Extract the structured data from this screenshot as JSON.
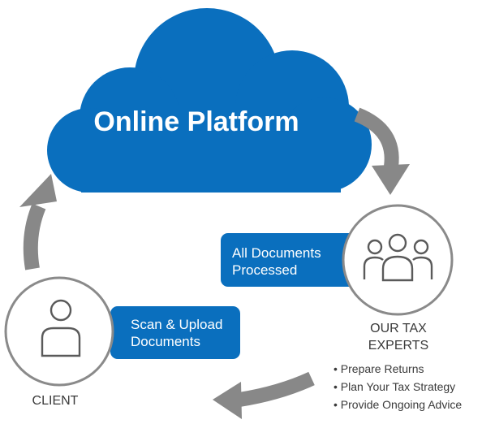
{
  "cloud": {
    "title": "Online Platform"
  },
  "experts": {
    "badge_line1": "All Documents",
    "badge_line2": "Processed",
    "caption_line1": "OUR TAX",
    "caption_line2": "EXPERTS",
    "services": [
      "• Prepare Returns",
      "• Plan Your Tax Strategy",
      "• Provide Ongoing Advice"
    ]
  },
  "client": {
    "badge_line1": "Scan & Upload",
    "badge_line2": "Documents",
    "caption": "CLIENT"
  },
  "colors": {
    "brand_blue": "#0a6fbe",
    "arrow_gray": "#888888",
    "circle_gray": "#8a8a8a",
    "text_dark": "#3a3a3a"
  },
  "icons": {
    "experts": "group-of-people-icon",
    "client": "person-icon",
    "flow": [
      "arrow-cloud-to-experts-icon",
      "arrow-experts-to-client-icon",
      "arrow-client-to-cloud-icon"
    ]
  }
}
